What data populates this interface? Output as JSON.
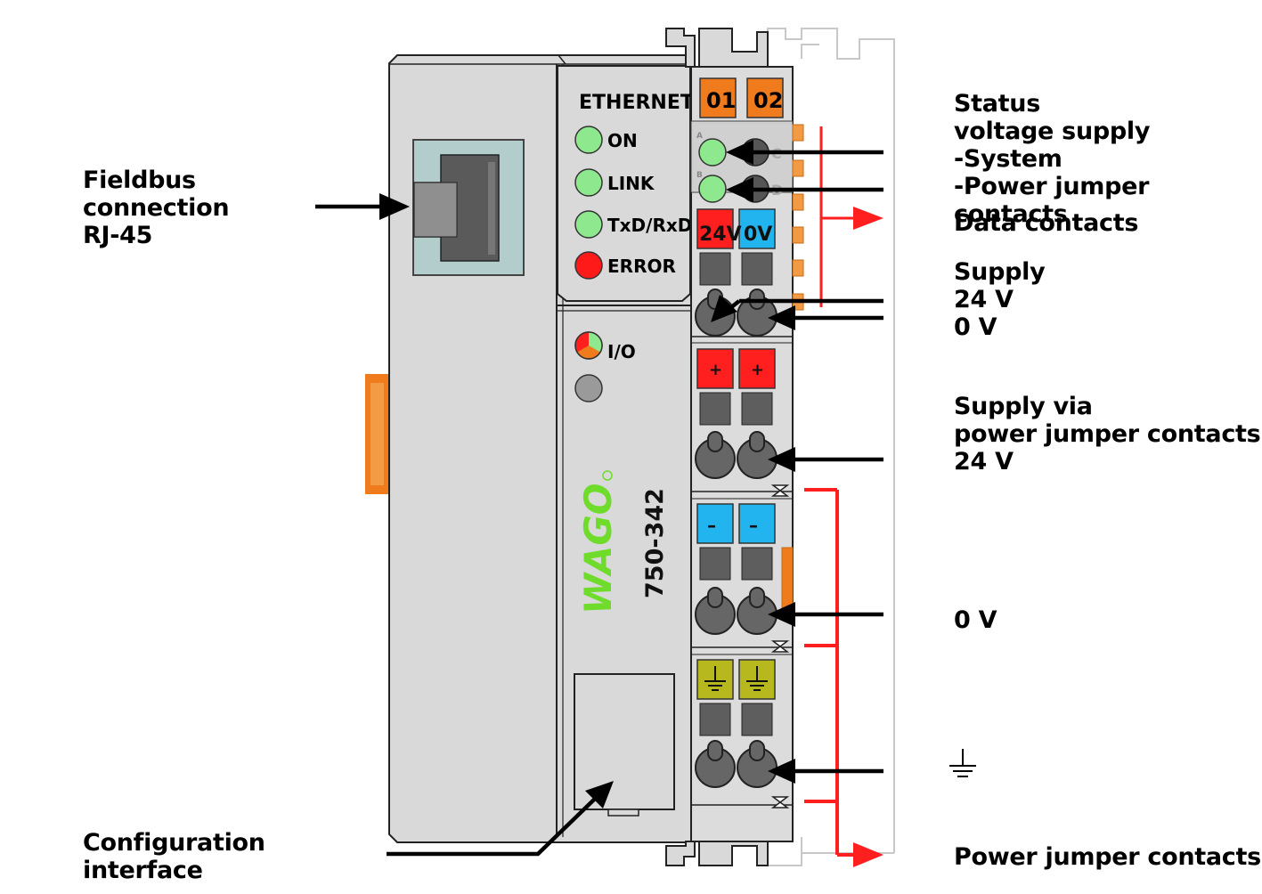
{
  "labels": {
    "fieldbus": "Fieldbus\nconnection\nRJ-45",
    "configuration": "Configuration\ninterface",
    "status": "Status\nvoltage supply\n-System\n-Power jumper contacts",
    "data_contacts": "Data contacts",
    "supply": "Supply\n24 V\n0 V",
    "supply_via": "Supply via\npower jumper contacts\n24 V",
    "zero_v": "0 V",
    "power_jumper": "Power jumper contacts"
  },
  "device": {
    "header": "ETHERNET",
    "leds": [
      {
        "label": "ON",
        "color": "#8ee88e"
      },
      {
        "label": "LINK",
        "color": "#8ee88e"
      },
      {
        "label": "TxD/RxD",
        "color": "#8ee88e"
      },
      {
        "label": "ERROR",
        "color": "#ff1a1a"
      }
    ],
    "io_label": "I/O",
    "brand": "WAGO",
    "model": "750-342",
    "tabs": [
      "01",
      "02"
    ],
    "status_letters": [
      "A",
      "B",
      "C",
      "D"
    ],
    "supply_tags": [
      "24V",
      "0V"
    ],
    "plus_sign": "+",
    "minus_sign": "–"
  },
  "colors": {
    "housing": "#d9d9d9",
    "orange": "#f07b1d",
    "red": "#ff1f1f",
    "blue": "#22b4ee",
    "ground": "#b6b81e",
    "wago_green": "#6fdc2c",
    "led_green": "#8ee88e"
  }
}
